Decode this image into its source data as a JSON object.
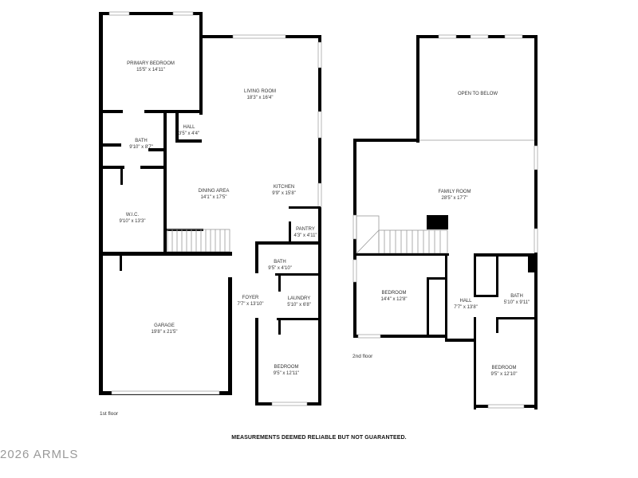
{
  "floors": [
    {
      "label": "1st floor",
      "rooms": [
        {
          "name": "PRIMARY BEDROOM",
          "dims": "15'5\" x 14'11\""
        },
        {
          "name": "LIVING ROOM",
          "dims": "18'3\" x 16'4\""
        },
        {
          "name": "HALL",
          "dims": "3'5\" x 4'4\""
        },
        {
          "name": "BATH",
          "dims": "9'10\" x 8'7\""
        },
        {
          "name": "W.I.C.",
          "dims": "9'10\" x 13'3\""
        },
        {
          "name": "DINING AREA",
          "dims": "14'1\" x 17'5\""
        },
        {
          "name": "KITCHEN",
          "dims": "9'9\" x 15'8\""
        },
        {
          "name": "PANTRY",
          "dims": "4'3\" x 4'11\""
        },
        {
          "name": "BATH",
          "dims": "9'5\" x 4'10\""
        },
        {
          "name": "FOYER",
          "dims": "7'7\" x 13'10\""
        },
        {
          "name": "LAUNDRY",
          "dims": "5'10\" x 6'8\""
        },
        {
          "name": "GARAGE",
          "dims": "19'8\" x 21'5\""
        },
        {
          "name": "BEDROOM",
          "dims": "9'5\" x 12'11\""
        }
      ]
    },
    {
      "label": "2nd floor",
      "rooms": [
        {
          "name": "OPEN TO BELOW",
          "dims": ""
        },
        {
          "name": "FAMILY ROOM",
          "dims": "28'5\" x 17'7\""
        },
        {
          "name": "BEDROOM",
          "dims": "14'4\" x 12'8\""
        },
        {
          "name": "HALL",
          "dims": "7'7\" x 13'8\""
        },
        {
          "name": "BATH",
          "dims": "5'10\" x 9'11\""
        },
        {
          "name": "BEDROOM",
          "dims": "9'5\" x 12'10\""
        }
      ]
    }
  ],
  "disclaimer": "MEASUREMENTS DEEMED RELIABLE BUT NOT GUARANTEED.",
  "copyright": "2026 ARMLS",
  "colors": {
    "wall": "#000000",
    "text": "#333333",
    "watermark": "#9a9a9a"
  }
}
